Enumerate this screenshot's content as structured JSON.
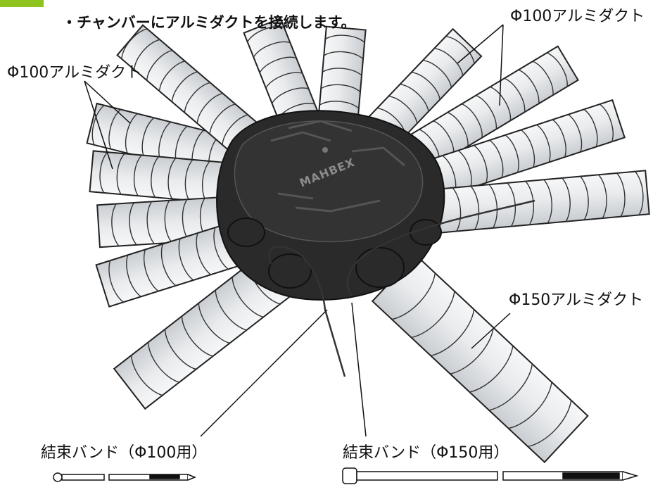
{
  "heading": "・チャンバーにアルミダクトを接続します。",
  "brand_text": "MAHBEX",
  "labels": {
    "duct100_left": "Φ100アルミダクト",
    "duct100_right": "Φ100アルミダクト",
    "duct150": "Φ150アルミダクト",
    "band100": "結束バンド（Φ100用）",
    "band150": "結束バンド（Φ150用）"
  },
  "colors": {
    "step_badge": "#8fc31f",
    "chamber": "#2b2b2b",
    "duct_fill": "#e4e6e8",
    "duct_stroke": "#222222"
  },
  "icons": {
    "step_badge": "green-square"
  }
}
